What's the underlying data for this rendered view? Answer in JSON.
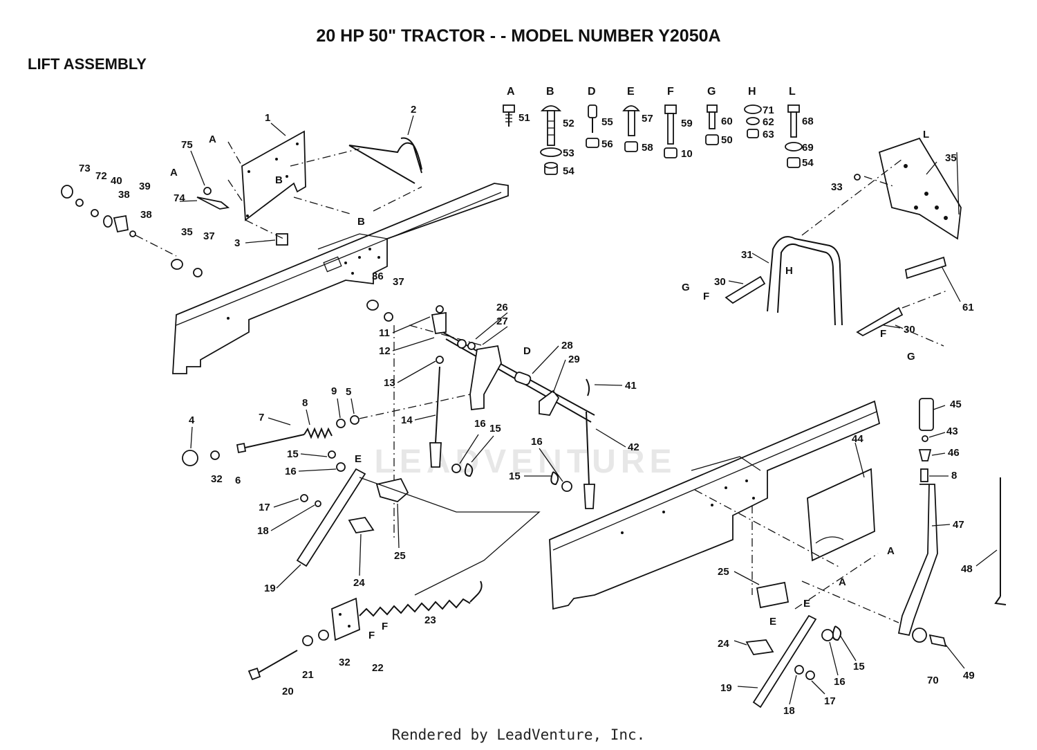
{
  "title": "20 HP 50\" TRACTOR - - MODEL NUMBER Y2050A",
  "section": "LIFT ASSEMBLY",
  "footer": "Rendered by LeadVenture, Inc.",
  "watermark": "LEADVENTURE",
  "hardware_headers": [
    "A",
    "B",
    "D",
    "E",
    "F",
    "G",
    "H",
    "L"
  ],
  "labels": {
    "n1": "1",
    "n2": "2",
    "n3": "3",
    "n4": "4",
    "n5": "5",
    "n6": "6",
    "n7": "7",
    "n8a": "8",
    "n8b": "8",
    "n9": "9",
    "n10": "10",
    "n11": "11",
    "n12": "12",
    "n13": "13",
    "n14": "14",
    "n15a": "15",
    "n15b": "15",
    "n15c": "15",
    "n15d": "15",
    "n16a": "16",
    "n16b": "16",
    "n16c": "16",
    "n16d": "16",
    "n17a": "17",
    "n17b": "17",
    "n18a": "18",
    "n18b": "18",
    "n19a": "19",
    "n19b": "19",
    "n20": "20",
    "n21": "21",
    "n22": "22",
    "n23": "23",
    "n24a": "24",
    "n24b": "24",
    "n25a": "25",
    "n25b": "25",
    "n26": "26",
    "n27": "27",
    "n28": "28",
    "n29": "29",
    "n30a": "30",
    "n30b": "30",
    "n31": "31",
    "n32a": "32",
    "n32b": "32",
    "n33": "33",
    "n35a": "35",
    "n35b": "35",
    "n36": "36",
    "n37a": "37",
    "n37b": "37",
    "n38a": "38",
    "n38b": "38",
    "n39": "39",
    "n40": "40",
    "n41": "41",
    "n42": "42",
    "n43": "43",
    "n44": "44",
    "n45": "45",
    "n46": "46",
    "n47": "47",
    "n48": "48",
    "n49": "49",
    "n50": "50",
    "n51": "51",
    "n52": "52",
    "n53": "53",
    "n54a": "54",
    "n54b": "54",
    "n55": "55",
    "n56": "56",
    "n57": "57",
    "n58": "58",
    "n59": "59",
    "n60": "60",
    "n61": "61",
    "n62": "62",
    "n63": "63",
    "n68": "68",
    "n69": "69",
    "n70": "70",
    "n71": "71",
    "n72": "72",
    "n73": "73",
    "n74": "74",
    "n75": "75",
    "rA1": "A",
    "rA2": "A",
    "rA3": "A",
    "rA4": "A",
    "rB1": "B",
    "rB2": "B",
    "rD": "D",
    "rE1": "E",
    "rE2": "E",
    "rE3": "E",
    "rF1": "F",
    "rF2": "F",
    "rF3": "F",
    "rF4": "F",
    "rG1": "G",
    "rG2": "G",
    "rH": "H",
    "rL": "L"
  }
}
